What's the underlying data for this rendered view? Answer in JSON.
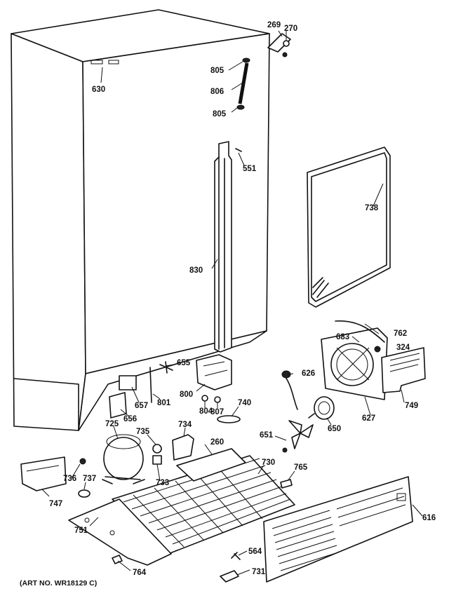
{
  "figure": {
    "art_number": "(ART NO. WR18129 C)"
  },
  "callouts": [
    "269",
    "270",
    "805",
    "806",
    "805",
    "630",
    "551",
    "738",
    "830",
    "762",
    "683",
    "324",
    "655",
    "626",
    "657",
    "801",
    "800",
    "804",
    "807",
    "740",
    "656",
    "749",
    "627",
    "650",
    "725",
    "735",
    "734",
    "651",
    "260",
    "730",
    "765",
    "736",
    "737",
    "733",
    "747",
    "616",
    "751",
    "564",
    "731",
    "764"
  ]
}
